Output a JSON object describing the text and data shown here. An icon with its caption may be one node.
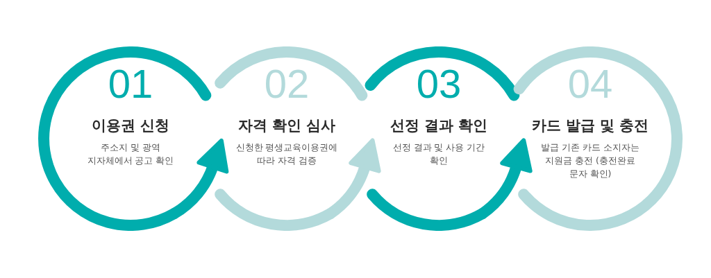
{
  "diagram": {
    "nodes": [
      {
        "text": [
          "01",
          "이용권 신청",
          "주소지 및 광역 지자체에서 공고 확인"
        ]
      },
      {
        "text": [
          "02",
          "자격 확인 심사",
          "신청한 평생교육이용권에 따라 자격 검증"
        ]
      },
      {
        "text": [
          "03",
          "선정 결과 확인",
          "선정 결과 및 사용 기간 확인"
        ]
      },
      {
        "text": [
          "04",
          "카드 발급 및 충전",
          "발급 기존 카드 소지자는 지원금 충전 (충전완료 문자 확인)"
        ]
      }
    ],
    "edges": [
      {
        "from": 0,
        "to": 1,
        "arrow": "to"
      },
      {
        "from": 1,
        "to": 2,
        "arrow": "to",
        "color": "#b3dadb"
      },
      {
        "from": 2,
        "to": 3,
        "arrow": "to"
      }
    ]
  }
}
